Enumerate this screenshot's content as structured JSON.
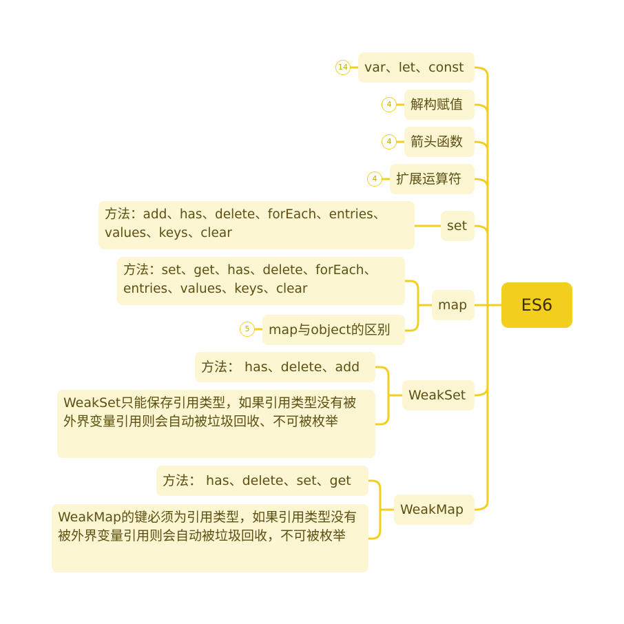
{
  "root": {
    "label": "ES6"
  },
  "topics": {
    "var_let_const": {
      "label": "var、let、const",
      "count": "14"
    },
    "destructuring": {
      "label": "解构赋值",
      "count": "4"
    },
    "arrow": {
      "label": "箭头函数",
      "count": "4"
    },
    "spread": {
      "label": "扩展运算符",
      "count": "4"
    },
    "set": {
      "label": "set",
      "methods": "方法：add、has、delete、forEach、entries、values、keys、clear"
    },
    "map": {
      "label": "map",
      "methods": "方法：set、get、has、delete、forEach、entries、values、keys、clear",
      "diff": "map与object的区别",
      "diff_count": "5"
    },
    "weakset": {
      "label": "WeakSet",
      "methods": "方法： has、delete、add",
      "note": "WeakSet只能保存引用类型，如果引用类型没有被外界变量引用则会自动被垃圾回收、不可被枚举"
    },
    "weakmap": {
      "label": "WeakMap",
      "methods": "方法： has、delete、set、get",
      "note": "WeakMap的键必须为引用类型，如果引用类型没有被外界变量引用则会自动被垃圾回收，不可被枚举"
    }
  },
  "colors": {
    "line": "#f2cf1f",
    "node_bg": "#fdf6d3",
    "root_bg": "#f2cf1f",
    "text": "#5c4f12"
  }
}
